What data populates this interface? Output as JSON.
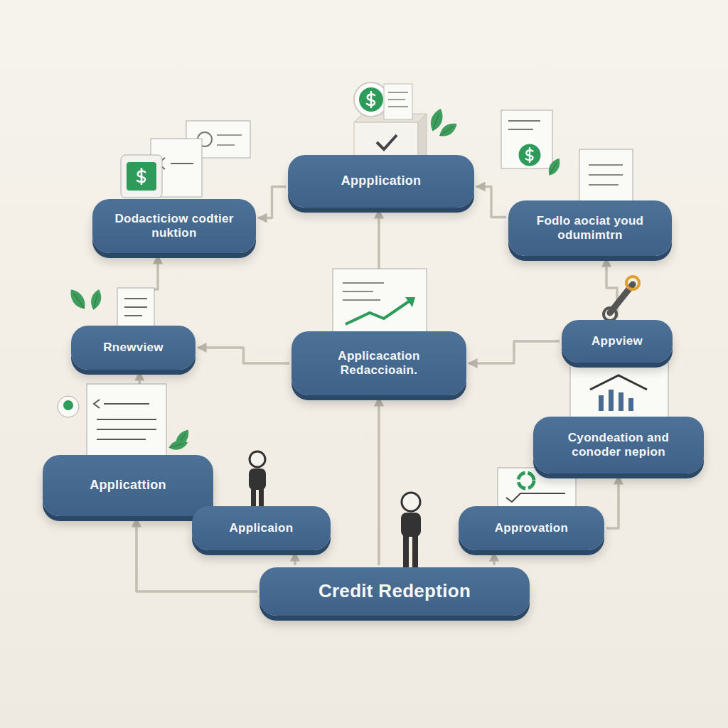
{
  "diagram": {
    "nodes": [
      {
        "text": [
          "Appplication"
        ]
      },
      {
        "text": [
          "Dodacticiow codtier nuktion"
        ]
      },
      {
        "text": [
          "Fodlo aociat youd odumimtrn"
        ]
      },
      {
        "text": [
          "Rnewview"
        ]
      },
      {
        "text": [
          "Applicacation Redaccioain."
        ]
      },
      {
        "text": [
          "Appview"
        ]
      },
      {
        "text": [
          "Cyondeation and conoder nepion"
        ]
      },
      {
        "text": [
          "Applicattion"
        ]
      },
      {
        "text": [
          "Applicaion"
        ]
      },
      {
        "text": [
          "Approvation"
        ]
      },
      {
        "text": [
          "Credit Redeption"
        ]
      }
    ],
    "edges": [
      {
        "from": 0,
        "to": 1,
        "arrow": "to"
      },
      {
        "from": 2,
        "to": 0,
        "arrow": "to"
      },
      {
        "from": 4,
        "to": 0,
        "arrow": "to"
      },
      {
        "from": 3,
        "to": 1,
        "arrow": "to"
      },
      {
        "from": 4,
        "to": 3,
        "arrow": "to"
      },
      {
        "from": 5,
        "to": 4,
        "arrow": "to"
      },
      {
        "from": 5,
        "to": 2,
        "arrow": "to"
      },
      {
        "from": 7,
        "to": 3,
        "arrow": "to"
      },
      {
        "from": 10,
        "to": 7,
        "arrow": "to"
      },
      {
        "from": 10,
        "to": 8,
        "arrow": "to"
      },
      {
        "from": 10,
        "to": 9,
        "arrow": "to"
      },
      {
        "from": 10,
        "to": 4,
        "arrow": "to"
      },
      {
        "from": 9,
        "to": 6,
        "arrow": "to"
      }
    ]
  }
}
